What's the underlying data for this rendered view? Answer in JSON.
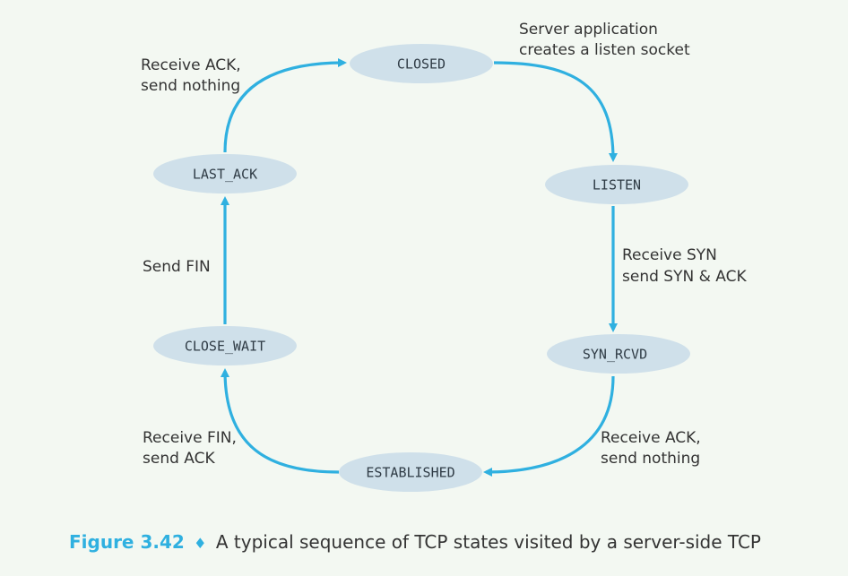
{
  "colors": {
    "arrow": "#2fb0e0",
    "state_fill": "#cfe0ea",
    "background": "#f3f8f2",
    "caption_accent": "#2fb0e0"
  },
  "states": {
    "closed": "CLOSED",
    "listen": "LISTEN",
    "syn_rcvd": "SYN_RCVD",
    "established": "ESTABLISHED",
    "close_wait": "CLOSE_WAIT",
    "last_ack": "LAST_ACK"
  },
  "transitions": {
    "closed_to_listen": [
      "Server application",
      "creates a listen socket"
    ],
    "listen_to_syn_rcvd": [
      "Receive SYN",
      "send SYN & ACK"
    ],
    "syn_rcvd_to_established": [
      "Receive ACK,",
      "send nothing"
    ],
    "established_to_close_wait": [
      "Receive FIN,",
      "send ACK"
    ],
    "close_wait_to_last_ack": [
      "Send FIN"
    ],
    "last_ack_to_closed": [
      "Receive ACK,",
      "send nothing"
    ]
  },
  "caption": {
    "figure_number": "Figure 3.42",
    "separator": "♦",
    "text": "A typical sequence of TCP states visited by a server-side TCP"
  }
}
